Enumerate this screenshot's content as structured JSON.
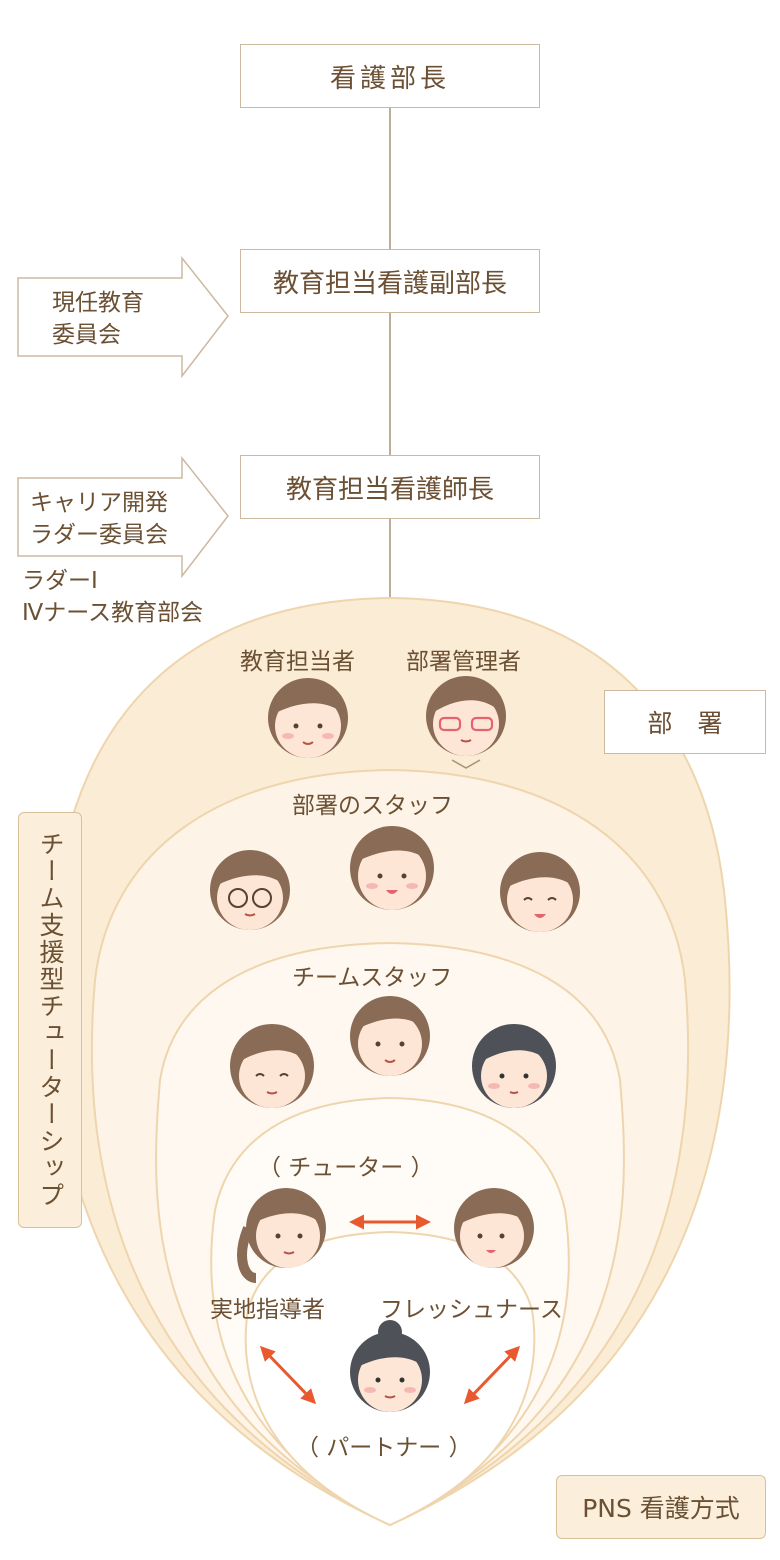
{
  "org": {
    "director": "看護部長",
    "deputy": "教育担当看護副部長",
    "head_nurse": "教育担当看護師長"
  },
  "committees": {
    "genin_line1": "現任教育",
    "genin_line2": "委員会",
    "career_line1": "キャリア開発",
    "career_line2": "ラダー委員会",
    "ladder_line1": "ラダーⅠ",
    "ladder_line2": "Ⅳナース教育部会"
  },
  "department": {
    "label": "部　署",
    "educator": "教育担当者",
    "manager": "部署管理者",
    "staff": "部署のスタッフ"
  },
  "team": {
    "staff": "チームスタッフ",
    "tutor": "（ チューター ）",
    "trainer": "実地指導者",
    "fresh_nurse": "フレッシュナース",
    "partner": "（ パートナー ）"
  },
  "side_label": "チーム支援型チューターシップ",
  "pns_label": "PNS 看護方式",
  "colors": {
    "outer_fill": "#fbecd6",
    "ring_stroke": "#efd5ad",
    "arrow_orange": "#e8592e",
    "hair_brown": "#8a6b55",
    "hair_dark": "#4e5258",
    "skin": "#fde6d6"
  }
}
